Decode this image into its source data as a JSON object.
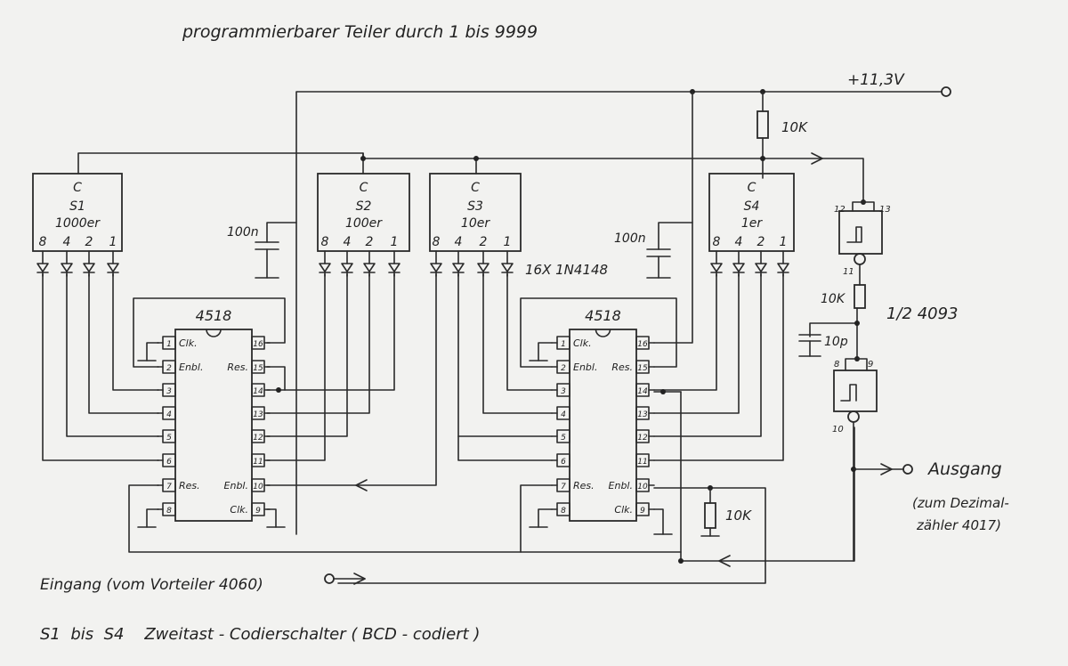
{
  "title": "programmierbarer Teiler durch 1 bis 9999",
  "supply": "+11,3V",
  "pullup_resistor": "10K",
  "switches": [
    {
      "c": "C",
      "name": "S1",
      "decade": "1000er",
      "bits": [
        "8",
        "4",
        "2",
        "1"
      ]
    },
    {
      "c": "C",
      "name": "S2",
      "decade": "100er",
      "bits": [
        "8",
        "4",
        "2",
        "1"
      ]
    },
    {
      "c": "C",
      "name": "S3",
      "decade": "10er",
      "bits": [
        "8",
        "4",
        "2",
        "1"
      ]
    },
    {
      "c": "C",
      "name": "S4",
      "decade": "1er",
      "bits": [
        "8",
        "4",
        "2",
        "1"
      ]
    }
  ],
  "caps": [
    "100n",
    "100n"
  ],
  "diodes_label": "16X 1N4148",
  "ics": [
    {
      "name": "4518",
      "left_pins": [
        "1",
        "2",
        "3",
        "4",
        "5",
        "6",
        "7",
        "8"
      ],
      "right_pins": [
        "16",
        "15",
        "14",
        "13",
        "12",
        "11",
        "10",
        "9"
      ],
      "labels": {
        "clk_l": "Clk.",
        "enbl_l": "Enbl.",
        "res_l": "Res.",
        "res_r": "Res.",
        "enbl_r": "Enbl.",
        "clk_r": "Clk."
      }
    },
    {
      "name": "4518",
      "left_pins": [
        "1",
        "2",
        "3",
        "4",
        "5",
        "6",
        "7",
        "8"
      ],
      "right_pins": [
        "16",
        "15",
        "14",
        "13",
        "12",
        "11",
        "10",
        "9"
      ],
      "labels": {
        "clk_l": "Clk.",
        "enbl_l": "Enbl.",
        "res_l": "Res.",
        "res_r": "Res.",
        "enbl_r": "Enbl.",
        "clk_r": "Clk."
      }
    }
  ],
  "pulldown_resistor": "10K",
  "gate": {
    "part": "1/2 4093",
    "pins_a": [
      "12",
      "13",
      "11"
    ],
    "pins_b": [
      "8",
      "9",
      "10"
    ],
    "resistor": "10K",
    "cap": "10p"
  },
  "output": {
    "label": "Ausgang",
    "note1": "(zum Dezimal-",
    "note2": "zähler 4017)"
  },
  "input_label": "Eingang (vom Vorteiler 4060)",
  "footer": "S1  bis  S4    Zweitast - Codierschalter ( BCD - codiert )"
}
